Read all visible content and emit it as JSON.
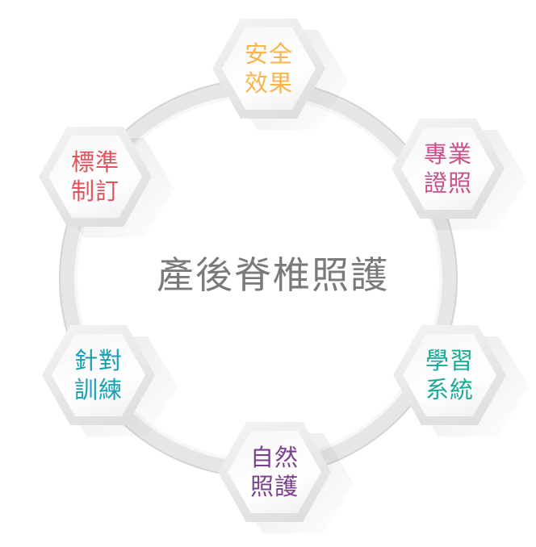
{
  "center_title": "產後脊椎照護",
  "nodes": [
    {
      "line1": "安全",
      "line2": "效果",
      "color": "#f7b54c"
    },
    {
      "line1": "專業",
      "line2": "證照",
      "color": "#c9508a"
    },
    {
      "line1": "學習",
      "line2": "系統",
      "color": "#1aa896"
    },
    {
      "line1": "自然",
      "line2": "照護",
      "color": "#7a3f8e"
    },
    {
      "line1": "針對",
      "line2": "訓練",
      "color": "#199fb2"
    },
    {
      "line1": "標準",
      "line2": "制訂",
      "color": "#e0545e"
    }
  ]
}
